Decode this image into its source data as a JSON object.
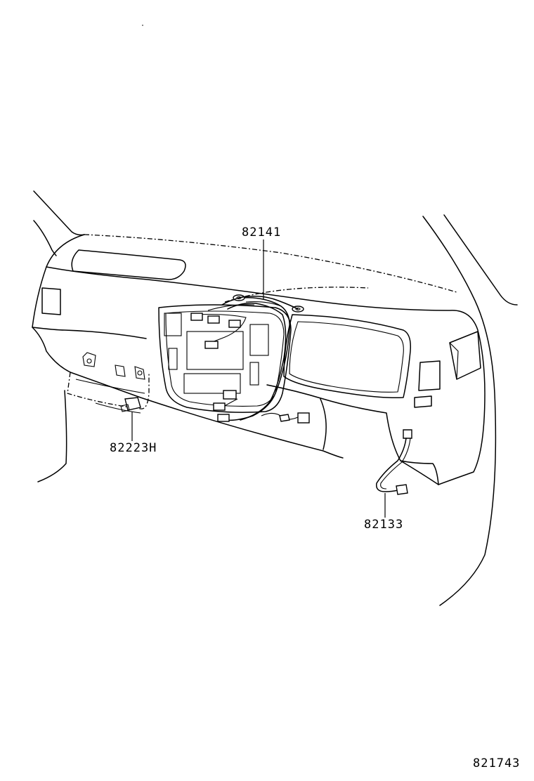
{
  "diagram": {
    "parts": [
      {
        "id": "part-82141",
        "number": "82141"
      },
      {
        "id": "part-82223h",
        "number": "82223H"
      },
      {
        "id": "part-82133",
        "number": "82133"
      }
    ],
    "figure_number": "821743",
    "colors": {
      "line": "#000000",
      "background": "#ffffff"
    }
  }
}
